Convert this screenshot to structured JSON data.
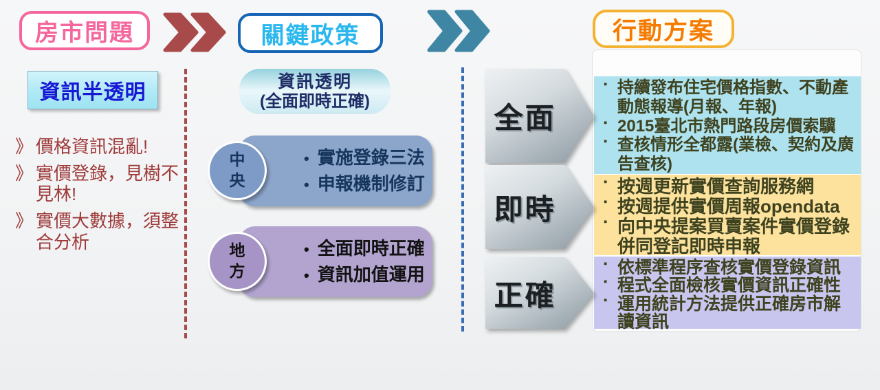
{
  "header": {
    "stage1": "房市問題",
    "stage2": "關鍵政策",
    "stage3": "行動方案"
  },
  "colors": {
    "stage1_accent": "#f4679d",
    "stage2_text": "#29b7ee",
    "stage2_border": "#1664b5",
    "stage3_text": "#f47a00",
    "stage3_border": "#f3b232",
    "chevron_red": "#a84a4a",
    "chevron_teal": "#3e86a3",
    "left_text": "#9e3a3a",
    "central_box": "#8ca5cb",
    "local_box": "#b2a4cf",
    "section_comprehensive_bg": "#ade2ee",
    "section_realtime_bg": "#fde29e",
    "section_accurate_bg": "#c8c6ee"
  },
  "left": {
    "title": "資訊半透明",
    "marker": "》",
    "issues": [
      "價格資訊混亂!",
      "實價登錄，見樹不見林!",
      "實價大數據，須整合分析"
    ]
  },
  "middle": {
    "title_line1": "資訊透明",
    "title_line2": "(全面即時正確)",
    "bullet": "•",
    "groups": [
      {
        "circle_label": "中央",
        "items": [
          "實施登錄三法",
          "申報機制修訂"
        ]
      },
      {
        "circle_label": "地方",
        "items": [
          "全面即時正確",
          "資訊加值運用"
        ]
      }
    ]
  },
  "right": {
    "bullet": "▪",
    "sections": [
      {
        "arrow_label": "全面",
        "items": [
          "持續發布住宅價格指數、不動產動態報導(月報、年報)",
          "2015臺北市熱門路段房價索驥",
          "查核情形全都露(業檢、契約及廣告查核)"
        ]
      },
      {
        "arrow_label": "即時",
        "items": [
          "按週更新實價查詢服務網",
          "按週提供實價周報opendata",
          "向中央提案買賣案件實價登錄併同登記即時申報"
        ]
      },
      {
        "arrow_label": "正確",
        "items": [
          "依標準程序查核實價登錄資訊",
          "程式全面檢核實價資訊正確性",
          "運用統計方法提供正確房市解讀資訊"
        ]
      }
    ]
  }
}
